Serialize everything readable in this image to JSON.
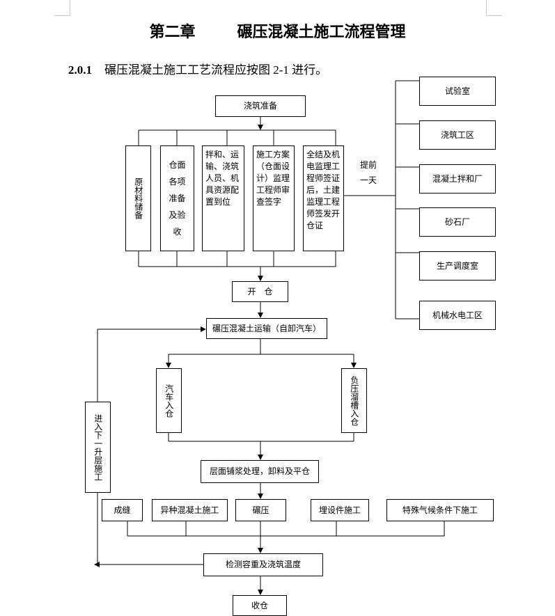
{
  "document": {
    "title_part1": "第二章",
    "title_part2": "碾压混凝土施工流程管理",
    "section_number": "2.0.1",
    "section_text": "碾压混凝土施工工艺流程应按图 2-1 进行。"
  },
  "flowchart": {
    "start": "浇筑准备",
    "prep_items": [
      "原材料储备",
      "仓面各项准备及验收",
      "拌和、运输、浇筑人员、机具资源配置到位",
      "施工方案（仓面设计）监理工程师审查签字",
      "全结及机电监理工程师签证后，土建监理工程师签发开仓证"
    ],
    "prep_col2": [
      "仓面",
      "各项",
      "准备",
      "及验",
      "收"
    ],
    "advance_label_1": "提前",
    "advance_label_2": "一天",
    "departments": [
      "试验室",
      "浇筑工区",
      "混凝土拌和厂",
      "砂石厂",
      "生产调度室",
      "机械水电工区"
    ],
    "open": "开　仓",
    "transport": "碾压混凝土运输（自卸汽车）",
    "truck_in": "汽车入仓",
    "belt_in": "负压溜槽入仓",
    "next_layer": "进入下一升层施工",
    "spread": "层面铺浆处理，卸料及平仓",
    "process_items": [
      "成缝",
      "异种混凝土施工",
      "碾压",
      "埋设件施工",
      "特殊气候条件下施工"
    ],
    "check": "检测容重及浇筑温度",
    "accept": "收仓"
  }
}
